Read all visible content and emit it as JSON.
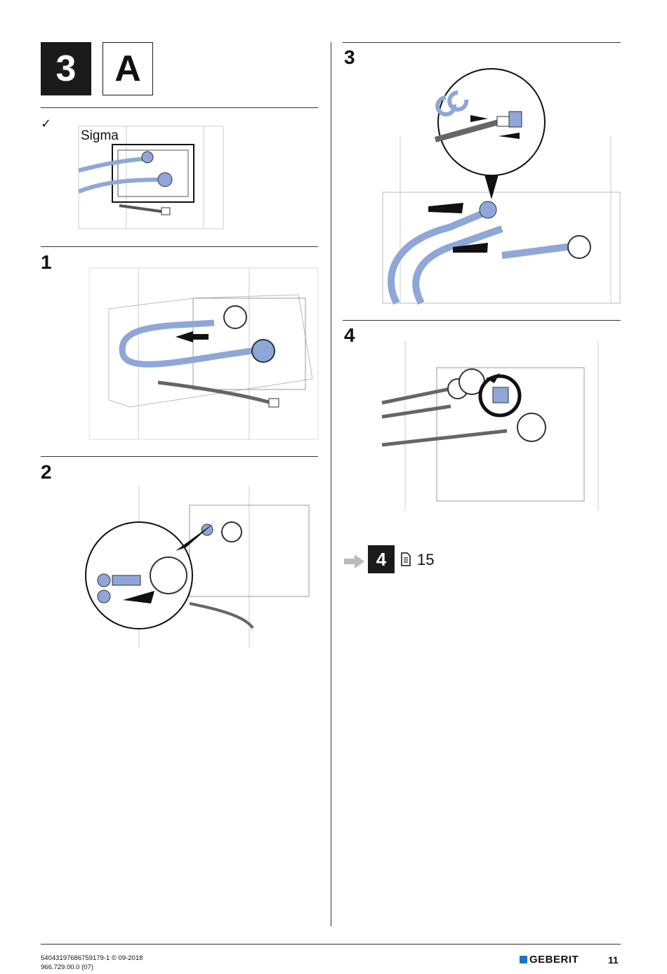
{
  "header": {
    "step": "3",
    "variant": "A"
  },
  "prereq": {
    "check_mark": "✓",
    "label": "Sigma"
  },
  "steps": [
    {
      "number": "1"
    },
    {
      "number": "2"
    },
    {
      "number": "3"
    },
    {
      "number": "4"
    }
  ],
  "next": {
    "target_step": "4",
    "page_ref": "15",
    "icon": "document-icon"
  },
  "footer": {
    "line1": "5404319768675917​9-1 © 09-2018",
    "line2": "966.729.00.0 (07)",
    "brand": "GEBERIT",
    "page_number": "11"
  },
  "colors": {
    "accent_blue": "#8fa6d8",
    "brand_blue": "#1a73c8",
    "dark": "#1a1a1a"
  }
}
